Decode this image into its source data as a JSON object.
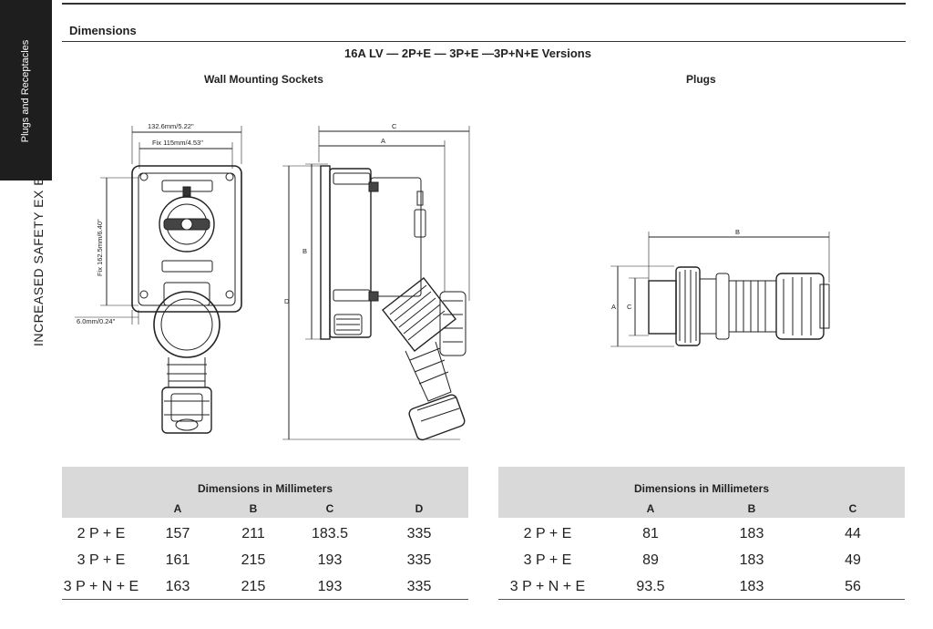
{
  "sidebar": {
    "tab_label": "Plugs and Receptacles",
    "section_caption": "INCREASED SAFETY EX E"
  },
  "header": {
    "title": "Dimensions",
    "versions": "16A LV — 2P+E — 3P+E —3P+N+E Versions"
  },
  "drawings": {
    "sockets_title": "Wall Mounting Sockets",
    "plugs_title": "Plugs",
    "front_width_outer": "132.6mm/5.22\"",
    "front_width_fix": "Fix 115mm/4.53\"",
    "front_height_fix": "Fix 162.5mm/6.40\"",
    "front_hole": "6.0mm/0.24\"",
    "side_label_c": "C",
    "side_label_a": "A",
    "side_label_b": "B",
    "side_label_d": "D",
    "plug_label_b": "B",
    "plug_label_a": "A",
    "plug_label_c": "C"
  },
  "sockets_table": {
    "caption": "Dimensions in Millimeters",
    "columns": [
      "A",
      "B",
      "C",
      "D"
    ],
    "rows": [
      {
        "label": "2 P + E",
        "values": [
          "157",
          "211",
          "183.5",
          "335"
        ]
      },
      {
        "label": "3 P + E",
        "values": [
          "161",
          "215",
          "193",
          "335"
        ]
      },
      {
        "label": "3 P + N + E",
        "values": [
          "163",
          "215",
          "193",
          "335"
        ]
      }
    ]
  },
  "plugs_table": {
    "caption": "Dimensions in Millimeters",
    "columns": [
      "A",
      "B",
      "C"
    ],
    "rows": [
      {
        "label": "2 P + E",
        "values": [
          "81",
          "183",
          "44"
        ]
      },
      {
        "label": "3 P + E",
        "values": [
          "89",
          "183",
          "49"
        ]
      },
      {
        "label": "3 P + N + E",
        "values": [
          "93.5",
          "183",
          "56"
        ]
      }
    ]
  }
}
